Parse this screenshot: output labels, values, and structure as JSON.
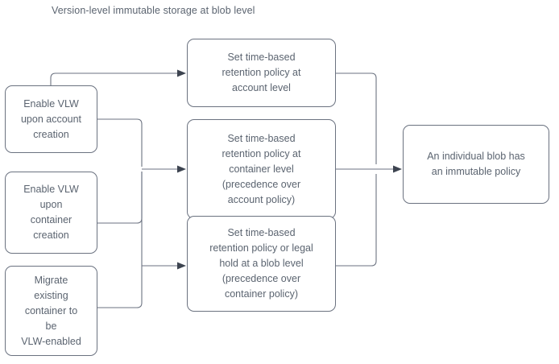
{
  "title": "Version-level immutable storage at blob level",
  "colors": {
    "text": "#5b6470",
    "border": "#6b7280",
    "arrow": "#3d4450",
    "background": "#ffffff"
  },
  "nodes": {
    "left": [
      {
        "id": "enable-vlw-account",
        "label": "Enable VLW\nupon account\ncreation"
      },
      {
        "id": "enable-vlw-container",
        "label": "Enable VLW\nupon\ncontainer\ncreation"
      },
      {
        "id": "migrate-container",
        "label": "Migrate\nexisting\ncontainer to\nbe\nVLW-enabled"
      }
    ],
    "middle": [
      {
        "id": "retention-account-level",
        "label": "Set time-based\nretention policy at\naccount level"
      },
      {
        "id": "retention-container-level",
        "label": "Set time-based\nretention policy at\ncontainer level\n(precedence over\naccount policy)"
      },
      {
        "id": "retention-blob-level",
        "label": "Set time-based\nretention policy or legal\nhold at a blob level\n(precedence over\ncontainer policy)"
      }
    ],
    "right": [
      {
        "id": "immutable-policy-result",
        "label": "An individual blob has\nan immutable policy"
      }
    ]
  },
  "edges": [
    {
      "from": "enable-vlw-account",
      "to": "retention-account-level"
    },
    {
      "from": "enable-vlw-account",
      "to": "retention-container-level"
    },
    {
      "from": "enable-vlw-container",
      "to": "retention-container-level"
    },
    {
      "from": "enable-vlw-container",
      "to": "retention-blob-level"
    },
    {
      "from": "migrate-container",
      "to": "retention-blob-level"
    },
    {
      "from": "retention-account-level",
      "to": "immutable-policy-result"
    },
    {
      "from": "retention-container-level",
      "to": "immutable-policy-result"
    },
    {
      "from": "retention-blob-level",
      "to": "immutable-policy-result"
    }
  ]
}
